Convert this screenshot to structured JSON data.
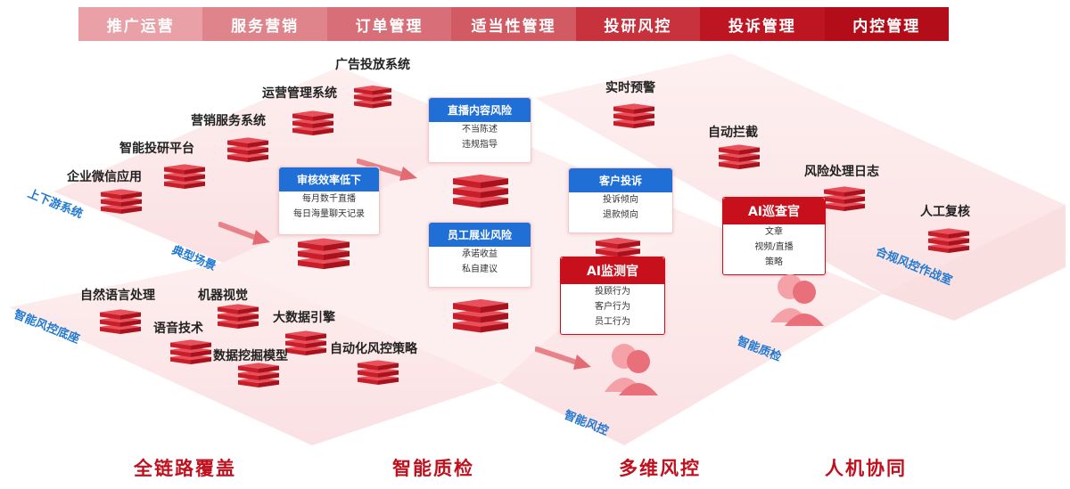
{
  "tabs": [
    {
      "label": "推广运营",
      "color": "#e9a1a7"
    },
    {
      "label": "服务营销",
      "color": "#e0848b"
    },
    {
      "label": "订单管理",
      "color": "#d86f78"
    },
    {
      "label": "适当性管理",
      "color": "#d25a63"
    },
    {
      "label": "投研风控",
      "color": "#c8323c"
    },
    {
      "label": "投诉管理",
      "color": "#bd1521"
    },
    {
      "label": "内控管理",
      "color": "#b40d1a"
    }
  ],
  "systems": {
    "ad": "广告投放系统",
    "ops": "运营管理系统",
    "marketing": "营销服务系统",
    "research": "智能投研平台",
    "wecom": "企业微信应用"
  },
  "tech": {
    "nlp": "自然语言处理",
    "vision": "机器视觉",
    "speech": "语音技术",
    "bigdata": "大数据引擎",
    "mining": "数据挖掘模型",
    "auto": "自动化风控策略"
  },
  "sections": {
    "upstream": "上下游系统",
    "typical": "典型场景",
    "base": "智能风控底座",
    "qc_right": "智能质检",
    "risk": "智能风控",
    "battle": "合规风控作战室"
  },
  "cards": {
    "audit": {
      "title": "审核效率低下",
      "lines": [
        "每月数千直播",
        "每日海量聊天记录"
      ]
    },
    "live": {
      "title": "直播内容风险",
      "lines": [
        "不当陈述",
        "违规指导"
      ]
    },
    "staff": {
      "title": "员工展业风险",
      "lines": [
        "承诺收益",
        "私自建议"
      ]
    },
    "complaint": {
      "title": "客户投诉",
      "lines": [
        "投诉倾向",
        "退款倾向"
      ]
    },
    "monitor": {
      "title": "AI监测官",
      "lines": [
        "投顾行为",
        "客户行为",
        "员工行为"
      ]
    },
    "inspector": {
      "title": "AI巡查官",
      "lines": [
        "文章",
        "视频/直播",
        "策略"
      ]
    }
  },
  "right_labels": {
    "alert": "实时预警",
    "intercept": "自动拦截",
    "log": "风险处理日志",
    "review": "人工复核"
  },
  "bottom": [
    "全链路覆盖",
    "智能质检",
    "多维风控",
    "人机协同"
  ],
  "colors": {
    "brand": "#c8101c",
    "blue": "#1f6fd6"
  }
}
